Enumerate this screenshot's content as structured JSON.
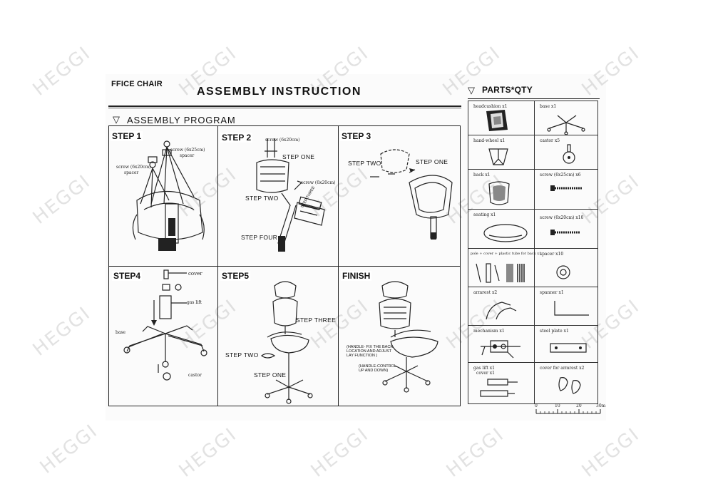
{
  "header": {
    "product_fragment": "FFICE CHAIR",
    "title": "ASSEMBLY INSTRUCTION",
    "section": "ASSEMBLY PROGRAM",
    "parts_heading": "PARTS*QTY"
  },
  "steps": {
    "step1": {
      "label": "STEP 1",
      "notes": [
        "screw (6x25cm)",
        "spacer",
        "screw (6x20cm)",
        "spacer"
      ]
    },
    "step2": {
      "label": "STEP 2",
      "screw_top": "screw (6x20cm)",
      "screw_side": "screw (6x20cm)",
      "callouts": [
        "STEP ONE",
        "STEP TWO",
        "STEP FOUR",
        "STEP THREE"
      ]
    },
    "step3": {
      "label": "STEP 3",
      "callouts": [
        "STEP TWO",
        "STEP ONE"
      ]
    },
    "step4": {
      "label": "STEP4",
      "parts": [
        "cover",
        "gas lift",
        "base",
        "castor"
      ]
    },
    "step5": {
      "label": "STEP5",
      "callouts": [
        "STEP THREE",
        "STEP TWO",
        "STEP ONE"
      ]
    },
    "finish": {
      "label": "FINISH",
      "note1": "(HANDLE- FIX THE BACK LOCATION AND ADJUST LAY FUNCTION )",
      "note2": "(HANDLE-CONTROL UP AND DOWN)"
    }
  },
  "parts": [
    {
      "name": "headcushion x1",
      "icon": "headcushion-icon"
    },
    {
      "name": "base x1",
      "icon": "base-icon"
    },
    {
      "name": "hand-wheel x1",
      "icon": "handwheel-icon"
    },
    {
      "name": "castor x5",
      "icon": "castor-icon"
    },
    {
      "name": "back x1",
      "icon": "back-icon"
    },
    {
      "name": "screw (6x25cm) x6",
      "icon": "screw-icon"
    },
    {
      "name": "seating x1",
      "icon": "seat-icon"
    },
    {
      "name": "screw (6x20cm) x10",
      "icon": "screw-icon"
    },
    {
      "name": "pole + cover + plastic tube for back x1",
      "icon": "pole-icon"
    },
    {
      "name": "spacer x10",
      "icon": "spacer-icon"
    },
    {
      "name": "armrest x2",
      "icon": "armrest-icon"
    },
    {
      "name": "spanner x1",
      "icon": "spanner-icon"
    },
    {
      "name": "mechanism x1",
      "icon": "mechanism-icon"
    },
    {
      "name": "steel plate x1",
      "icon": "steel-plate-icon"
    },
    {
      "name": "gas lift x1",
      "icon": "gas-lift-icon"
    },
    {
      "name": "cover for armrest x2",
      "icon": "armrest-cover-icon"
    }
  ],
  "gas_lift_cover": "cover x1",
  "ruler": {
    "ticks": [
      "0",
      "10",
      "20",
      "30m"
    ]
  },
  "watermark": "HEGGI"
}
